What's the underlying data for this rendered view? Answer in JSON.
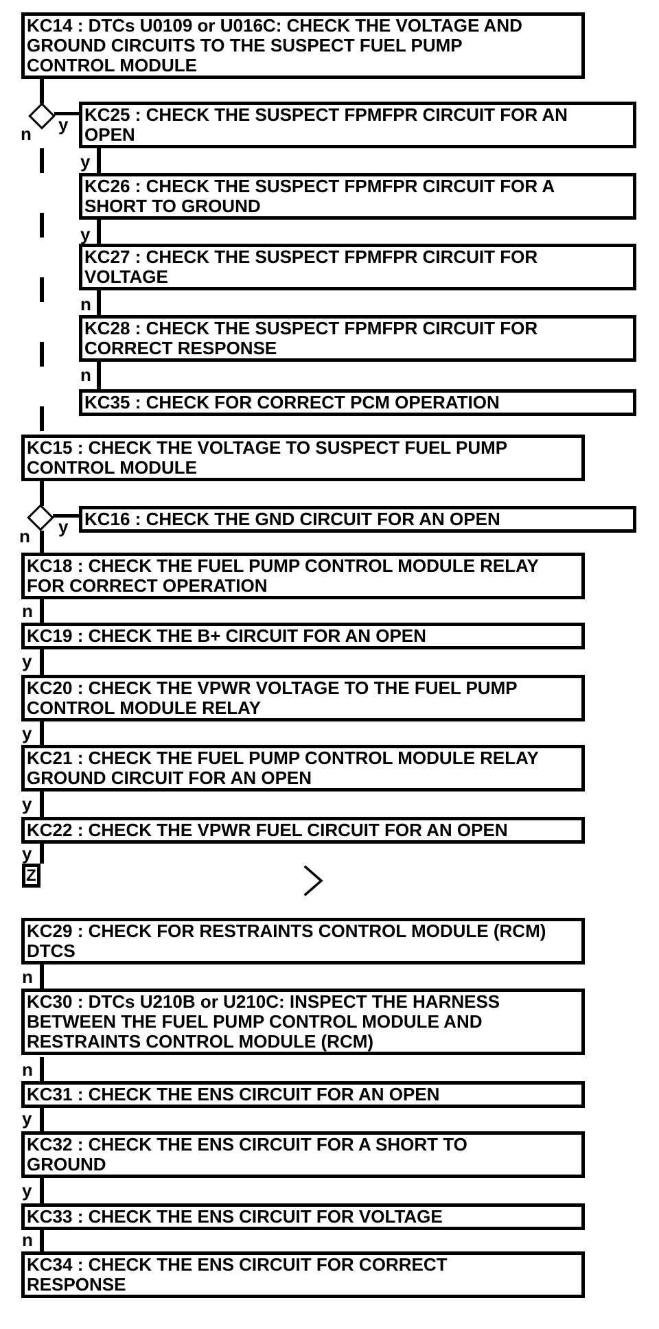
{
  "diagram": {
    "title_node": "KC14",
    "colors": {
      "foreground": "#000000",
      "background": "#ffffff"
    },
    "nodes": {
      "kc14": "KC14 : DTCs U0109 or U016C: CHECK THE VOLTAGE AND\nGROUND CIRCUITS TO THE SUSPECT FUEL PUMP\nCONTROL MODULE",
      "kc25": "KC25 : CHECK THE SUSPECT FPMFPR CIRCUIT FOR AN\nOPEN",
      "kc26": "KC26 : CHECK THE SUSPECT FPMFPR CIRCUIT FOR A\nSHORT TO GROUND",
      "kc27": "KC27 : CHECK THE SUSPECT FPMFPR CIRCUIT FOR\nVOLTAGE",
      "kc28": "KC28 : CHECK THE SUSPECT FPMFPR CIRCUIT FOR\nCORRECT RESPONSE",
      "kc35": "KC35 : CHECK FOR CORRECT PCM OPERATION",
      "kc15": "KC15 : CHECK THE VOLTAGE TO SUSPECT FUEL PUMP\nCONTROL MODULE",
      "kc16": "KC16 : CHECK THE GND CIRCUIT FOR AN OPEN",
      "kc18": "KC18 : CHECK THE FUEL PUMP CONTROL MODULE RELAY\nFOR CORRECT OPERATION",
      "kc19": "KC19 : CHECK THE B+ CIRCUIT FOR AN OPEN",
      "kc20": "KC20 : CHECK THE VPWR VOLTAGE TO THE FUEL PUMP\nCONTROL MODULE RELAY",
      "kc21": "KC21 : CHECK THE FUEL PUMP CONTROL MODULE RELAY\nGROUND CIRCUIT FOR AN OPEN",
      "kc22": "KC22 : CHECK THE VPWR FUEL CIRCUIT FOR AN OPEN",
      "kc29": "KC29 : CHECK FOR RESTRAINTS CONTROL MODULE (RCM)\nDTCS",
      "kc30": "KC30 : DTCs U210B or U210C: INSPECT THE HARNESS\nBETWEEN THE FUEL PUMP CONTROL MODULE AND\nRESTRAINTS CONTROL MODULE (RCM)",
      "kc31": "KC31 : CHECK THE ENS CIRCUIT FOR AN OPEN",
      "kc32": "KC32 : CHECK THE ENS CIRCUIT FOR A SHORT TO\nGROUND",
      "kc33": "KC33 : CHECK THE ENS CIRCUIT FOR VOLTAGE",
      "kc34": "KC34 : CHECK THE ENS CIRCUIT FOR CORRECT\nRESPONSE"
    },
    "edge_labels": {
      "d1_yes": "y",
      "d1_no": "n",
      "kc25_next": "y",
      "kc26_next": "y",
      "kc27_next": "n",
      "kc28_next": "n",
      "d2_yes": "y",
      "d2_no": "n",
      "kc18_next": "n",
      "kc19_next": "y",
      "kc20_next": "y",
      "kc21_next": "y",
      "kc22_next": "y",
      "kc29_next": "n",
      "kc30_next": "n",
      "kc31_next": "y",
      "kc32_next": "y",
      "kc33_next": "n"
    },
    "offpage_connector": "Z"
  }
}
